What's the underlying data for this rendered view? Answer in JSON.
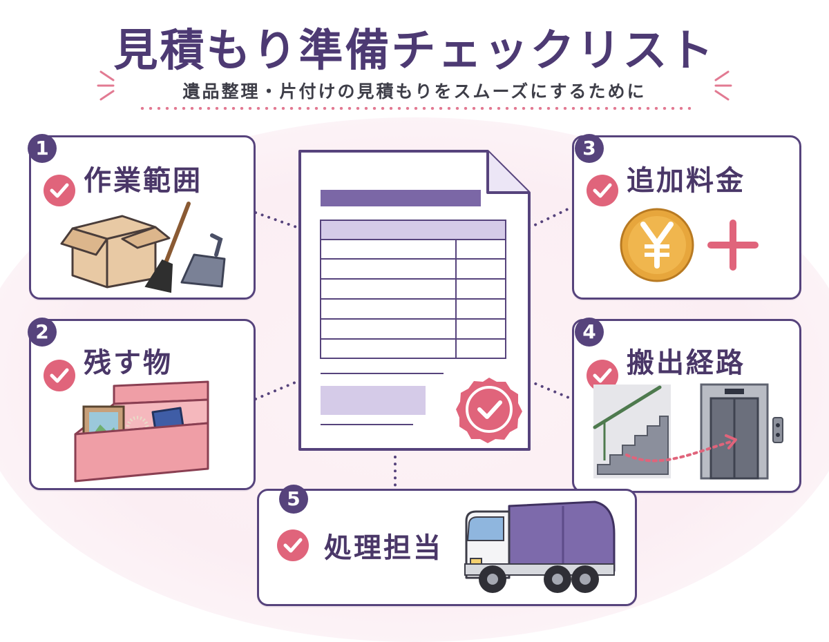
{
  "header": {
    "title": "見積もり準備チェックリスト",
    "subtitle": "遺品整理・片付けの見積もりをスムーズにするために"
  },
  "items": [
    {
      "number": "1",
      "label": "作業範囲",
      "icon": "box-broom-dustpan-icon"
    },
    {
      "number": "2",
      "label": "残す物",
      "icon": "keepsake-box-icon"
    },
    {
      "number": "3",
      "label": "追加料金",
      "icon": "yen-coin-plus-icon"
    },
    {
      "number": "4",
      "label": "搬出経路",
      "icon": "stairs-elevator-icon"
    },
    {
      "number": "5",
      "label": "処理担当",
      "icon": "garbage-truck-icon"
    }
  ],
  "center": {
    "icon": "estimate-document-icon"
  },
  "colors": {
    "primary": "#56437c",
    "accent": "#e0647b",
    "lavender": "#d5cbe8",
    "coin": "#e7a63c",
    "background": "#fbeef3"
  }
}
